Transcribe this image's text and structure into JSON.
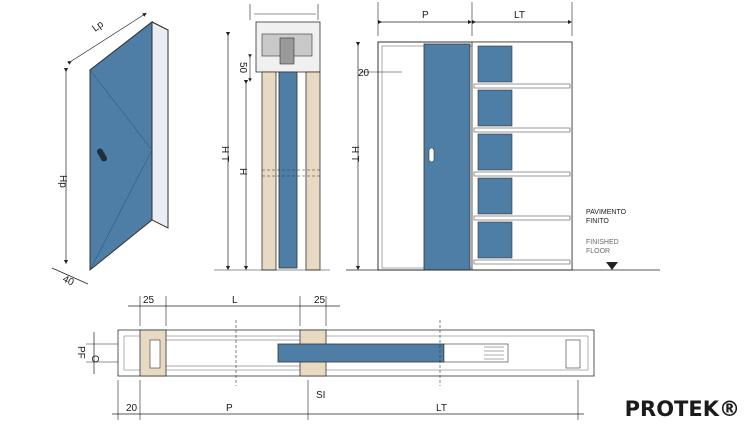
{
  "colors": {
    "door": "#4e7ea6",
    "frame": "#e8d9c3",
    "line": "#222222"
  },
  "iso": {
    "label_w": "Lp",
    "label_h": "Hp",
    "label_t": "40"
  },
  "section": {
    "label_gap": "50",
    "label_h": "H",
    "label_ht": "H T"
  },
  "front": {
    "label_p": "P",
    "label_lt": "LT",
    "label_20": "20",
    "label_ht": "H T",
    "floor_it_1": "PAVIMENTO",
    "floor_it_2": "FINITO",
    "floor_en_1": "FINISHED",
    "floor_en_2": "FLOOR"
  },
  "plan": {
    "label_25a": "25",
    "label_l": "L",
    "label_25b": "25",
    "label_pf": "PF",
    "label_o": "O",
    "label_si": "SI",
    "label_20": "20",
    "label_p": "P",
    "label_lt": "LT"
  },
  "brand": {
    "name": "PROTEK®"
  }
}
